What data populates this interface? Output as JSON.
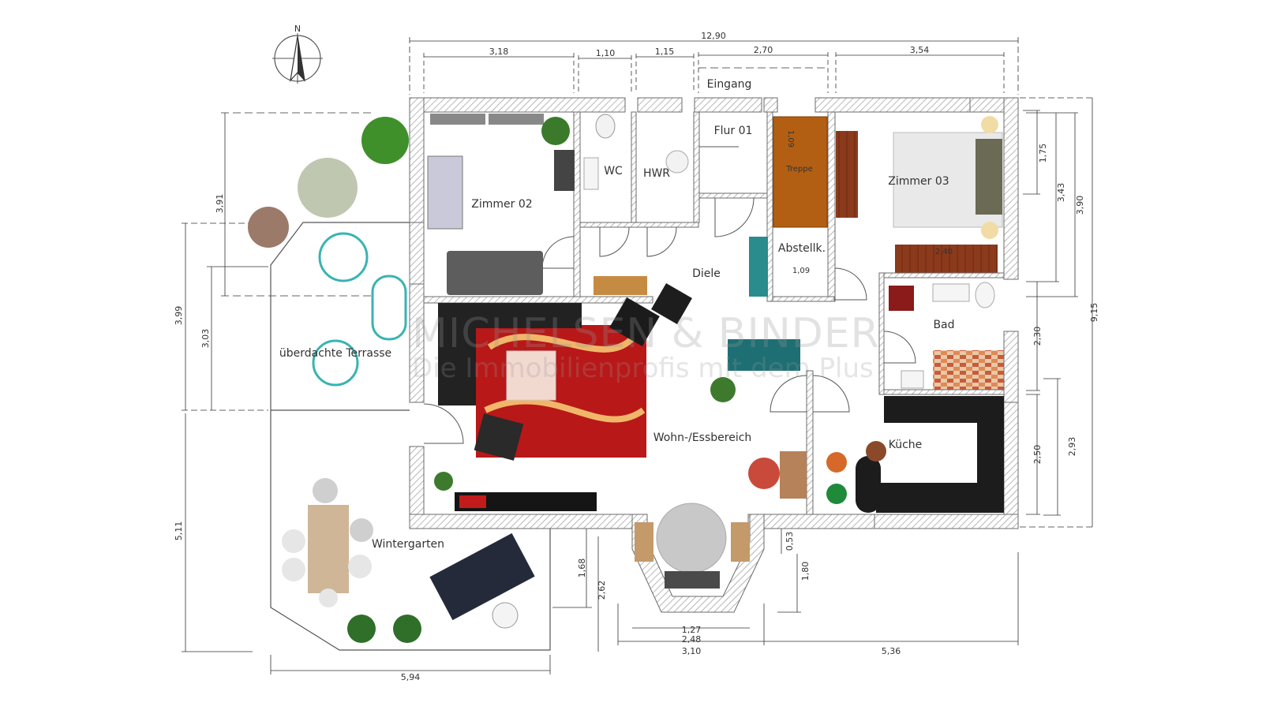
{
  "compass": {
    "label": "N"
  },
  "rooms": {
    "zimmer02": "Zimmer 02",
    "wc": "WC",
    "hwr": "HWR",
    "flur01": "Flur 01",
    "treppe": "Treppe",
    "abstellk": "Abstellk.",
    "zimmer03": "Zimmer 03",
    "diele": "Diele",
    "bad": "Bad",
    "terrasse": "überdachte Terrasse",
    "wohn": "Wohn-/Essbereich",
    "kueche": "Küche",
    "wintergarten": "Wintergarten",
    "eingang": "Eingang"
  },
  "dimensions": {
    "total_width": "12,90",
    "top": [
      "3,18",
      "1,10",
      "1,15",
      "2,70",
      "3,54"
    ],
    "right_inner": [
      "1,75",
      "3,43",
      "3,90",
      "2,30",
      "2,50",
      "2,93"
    ],
    "right_total": "9,15",
    "left": [
      "3,91",
      "3,99",
      "3,03",
      "5,11"
    ],
    "bottom_total_left": "5,94",
    "bay": [
      "1,27",
      "2,48",
      "3,10"
    ],
    "bottom_right": "5,36",
    "wintergarten_side": [
      "1,68",
      "2,62"
    ],
    "bay_side": [
      "0,53",
      "1,80"
    ],
    "stair_width": "1,09",
    "stair_length": "1,09",
    "bed_width": "2,40"
  },
  "watermark": {
    "line1": "MICHELSEN & BINDER",
    "line2": "Die Immobilienprofis mit dem Plus"
  }
}
